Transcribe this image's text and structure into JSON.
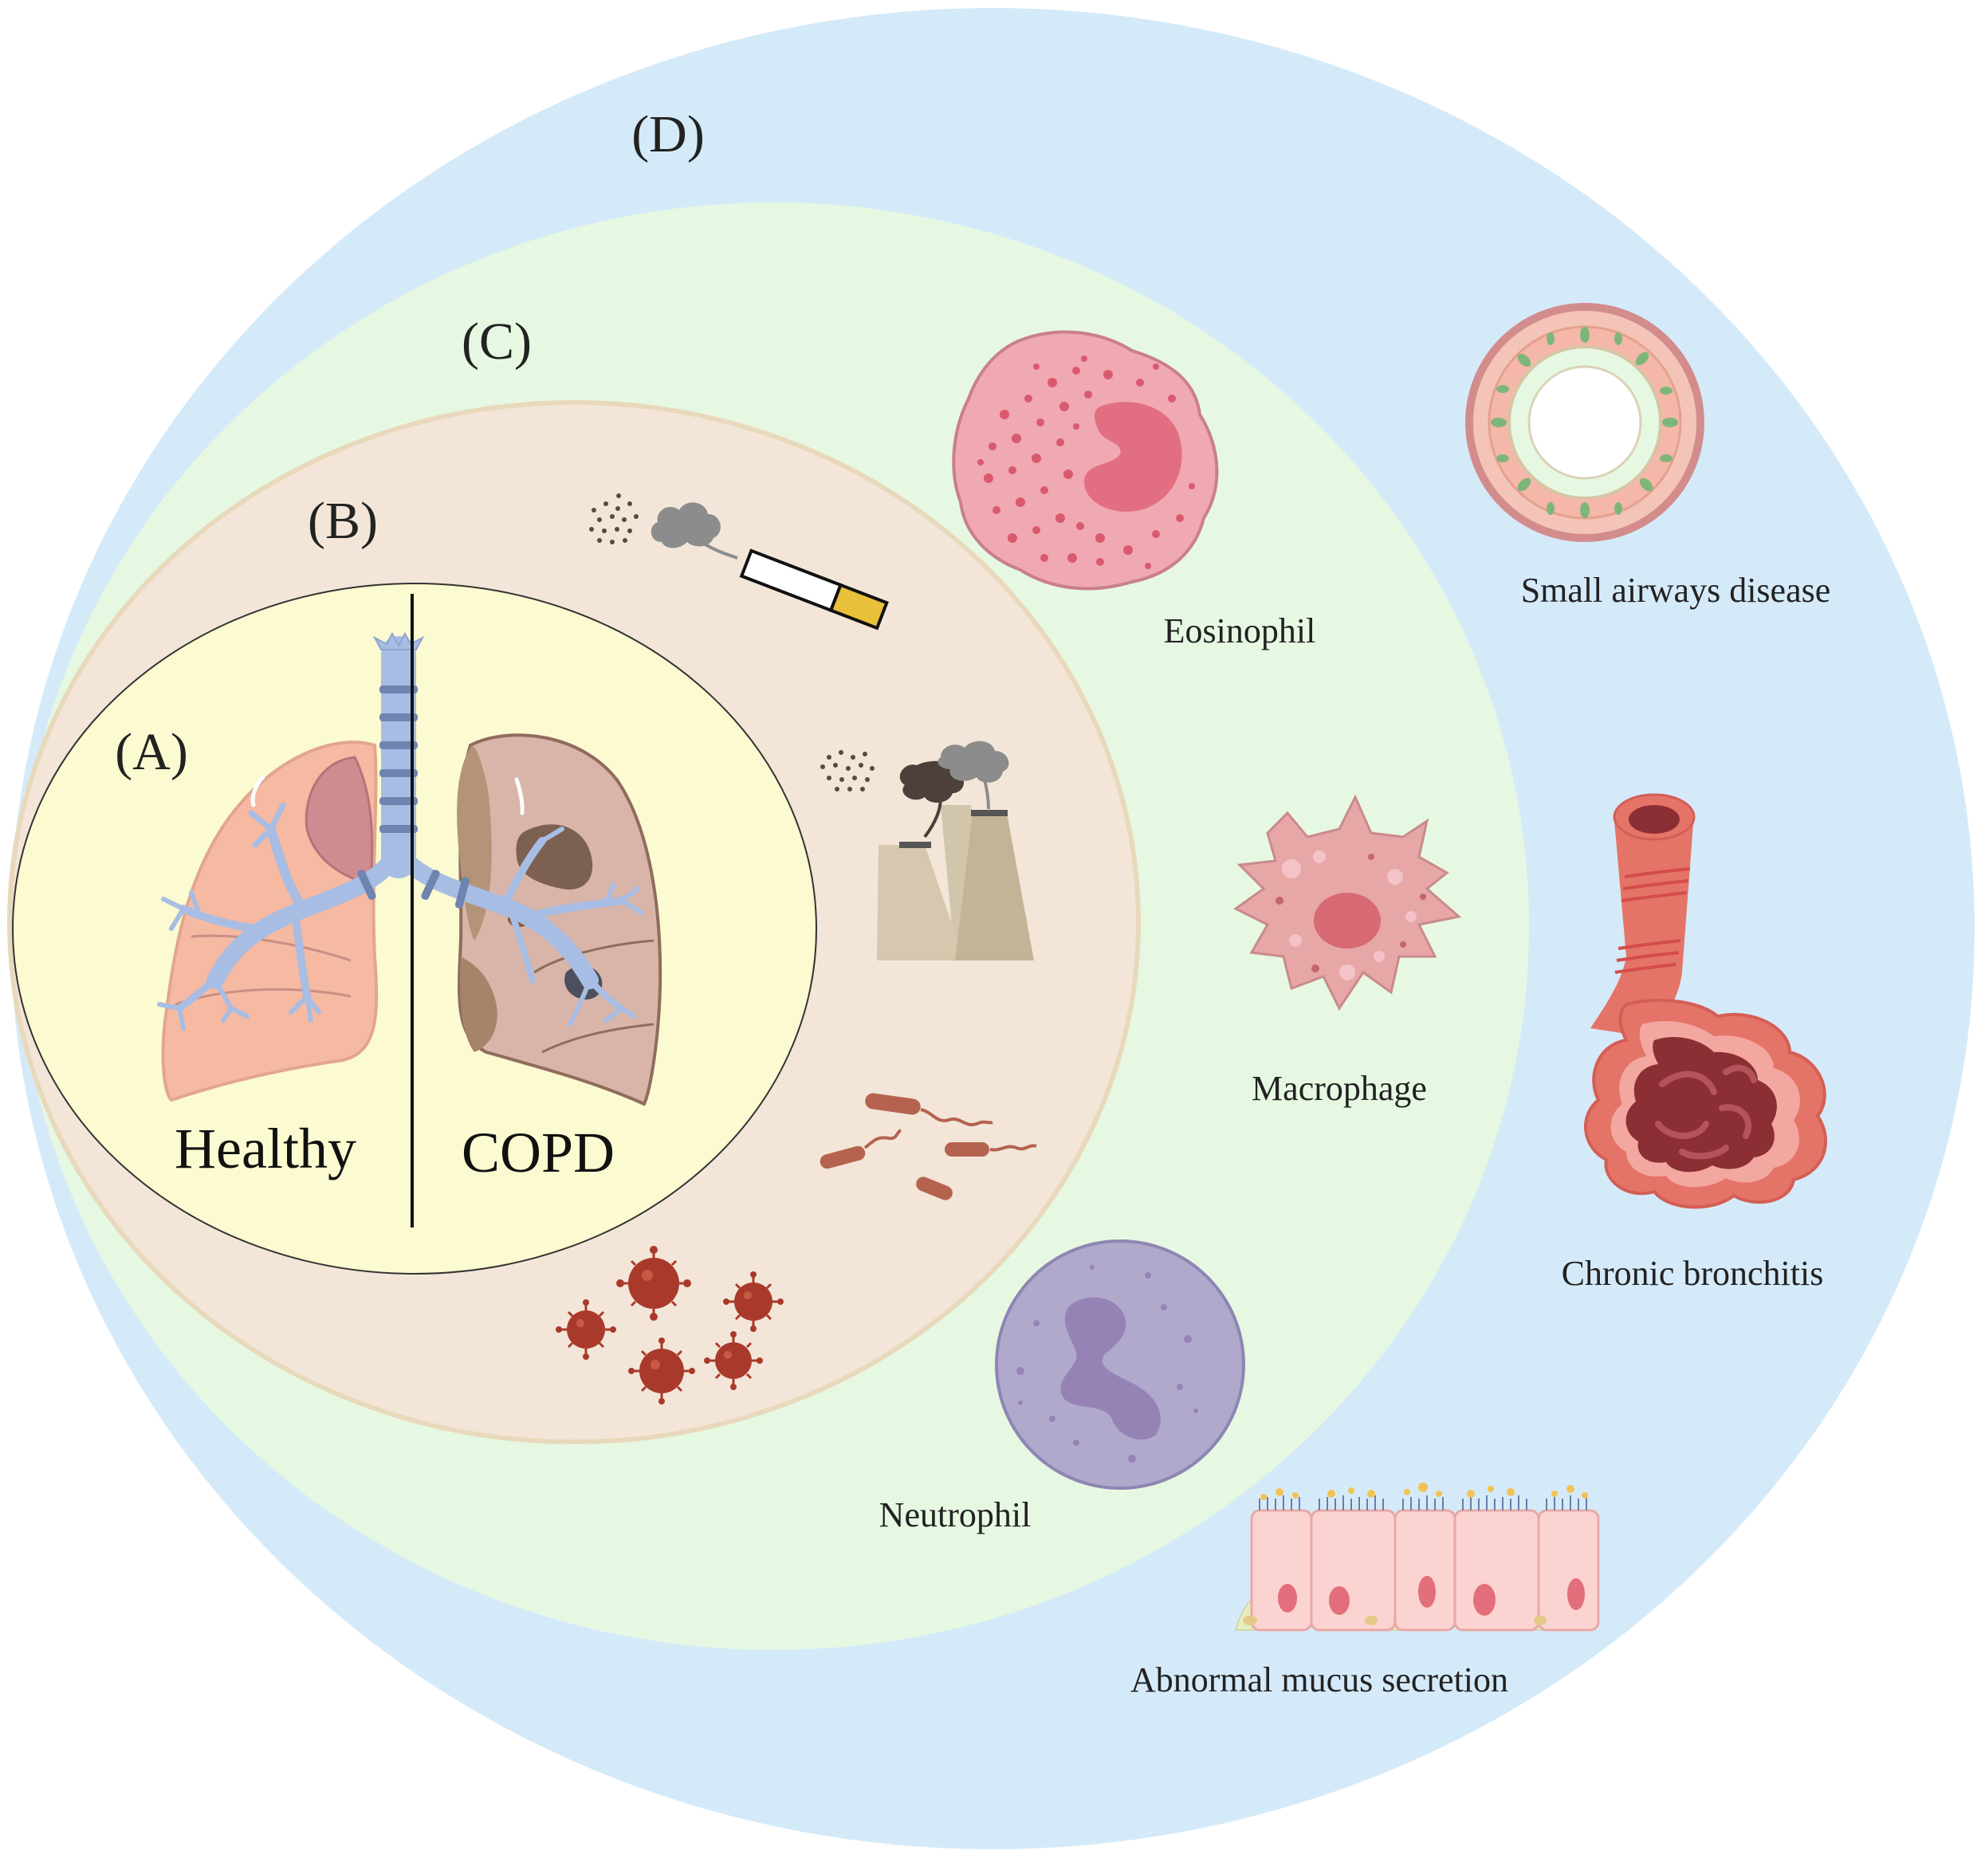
{
  "labels": {
    "region_d": "(D)",
    "region_c": "(C)",
    "region_b": "(B)",
    "region_a": "(A)",
    "healthy": "Healthy",
    "copd": "COPD",
    "eosinophil": "Eosinophil",
    "macrophage": "Macrophage",
    "neutrophil": "Neutrophil",
    "small_airways": "Small airways disease",
    "chronic_bronchitis": "Chronic bronchitis",
    "mucus": "Abnormal mucus secretion"
  },
  "colors": {
    "region_d": "#d5eaf9",
    "region_c": "#e6f8e2",
    "region_b": "#f3e6d8",
    "region_a": "#fbfad0",
    "airway": "#a8bde3",
    "healthy_lung": "#f6b9a2",
    "copd_lung": "#d8b5a8",
    "eosinophil": "#f0a8b2",
    "macrophage": "#e6a7a6",
    "neutrophil": "#b0a9cc",
    "virus": "#a93a2b",
    "bronchus": "#e57468"
  }
}
